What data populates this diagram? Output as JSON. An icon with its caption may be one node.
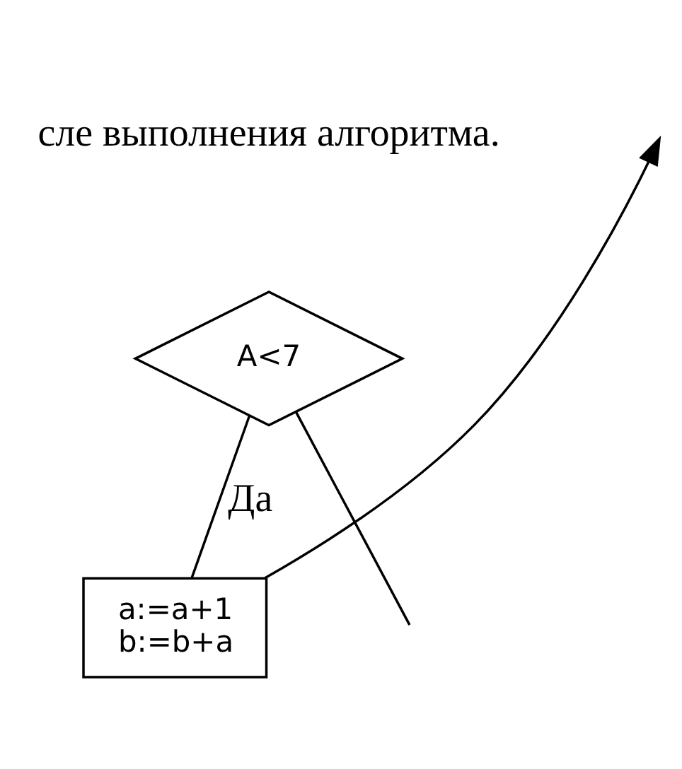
{
  "diagram": {
    "nodes": [
      {
        "text": [
          "A<7"
        ]
      },
      {
        "text": [
          "a:=a+1",
          "b:=b+a"
        ]
      }
    ],
    "edges": [
      {
        "from": 0,
        "to": 1,
        "label": "Да",
        "arrow": "none"
      },
      {
        "from": 0,
        "to": null,
        "arrow": "none"
      },
      {
        "from": 1,
        "to": null,
        "arrow": "to"
      }
    ],
    "labels": [
      "сле выполнения алгоритма."
    ]
  }
}
